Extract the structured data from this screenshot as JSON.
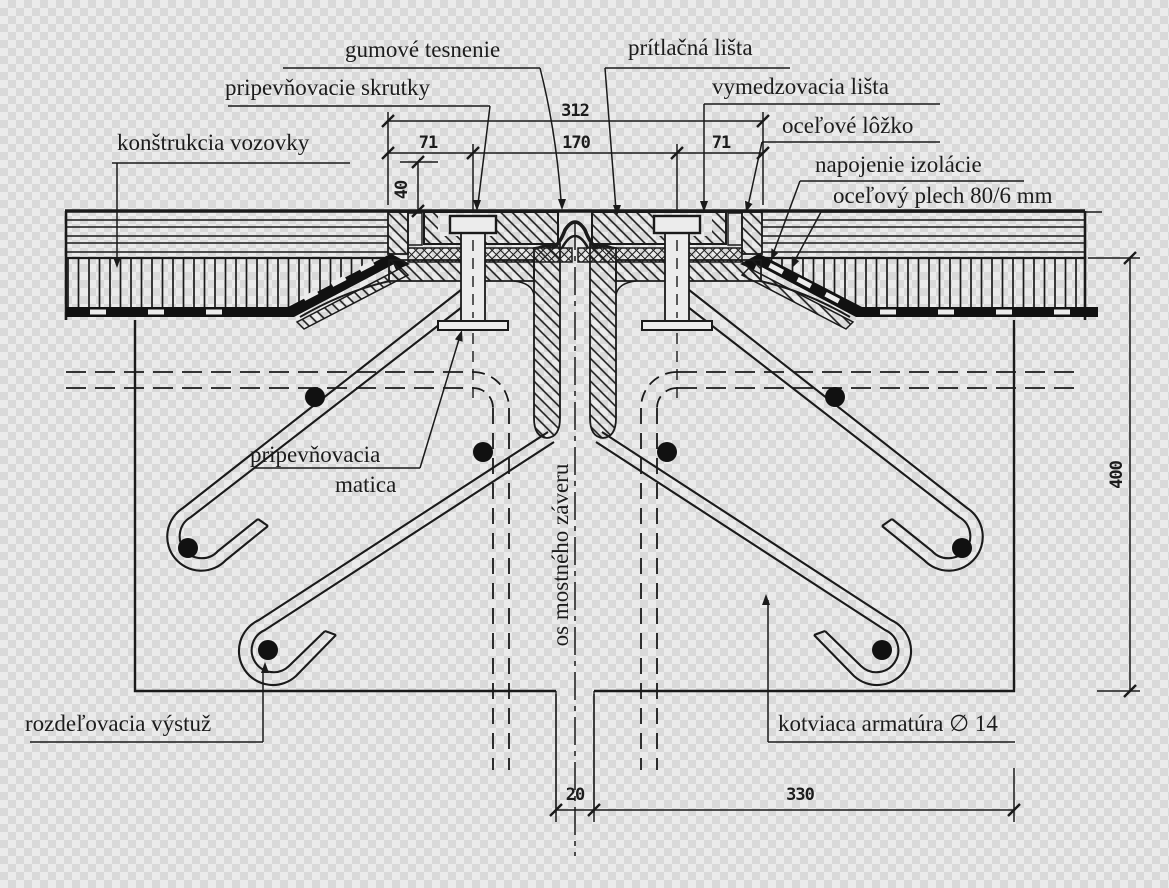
{
  "drawing": {
    "labels": {
      "konstrukcia_vozovky": "konštrukcia vozovky",
      "gumove_tesnenie": "gumové tesnenie",
      "pripevnovacie_skrutky": "pripevňovacie skrutky",
      "pritlacna_lista": "prítlačná lišta",
      "vymedzovacia_lista": "vymedzovacia lišta",
      "ocelove_lozko": "oceľové lôžko",
      "napojenie_izolacie": "napojenie izolácie",
      "ocelovy_plech": "oceľový plech 80/6 mm",
      "pripevnovacia": "pripevňovacia",
      "matica": "matica",
      "os_mostneho_zaveru": "os mostného záveru",
      "rozdelovacia_vystuz": "rozdeľovacia výstuž",
      "kotviaca_armatura": "kotviaca armatúra ∅ 14"
    },
    "dims": {
      "total_width": "312",
      "mid_width": "170",
      "left_width": "71",
      "right_width": "71",
      "pavement_depth": "40",
      "block_height": "400",
      "joint_gap": "20",
      "anchor_width": "330"
    },
    "colors": {
      "ink": "#1a1a1a",
      "checker_light": "#ebebeb",
      "checker_dark": "#d9d9d9"
    }
  }
}
